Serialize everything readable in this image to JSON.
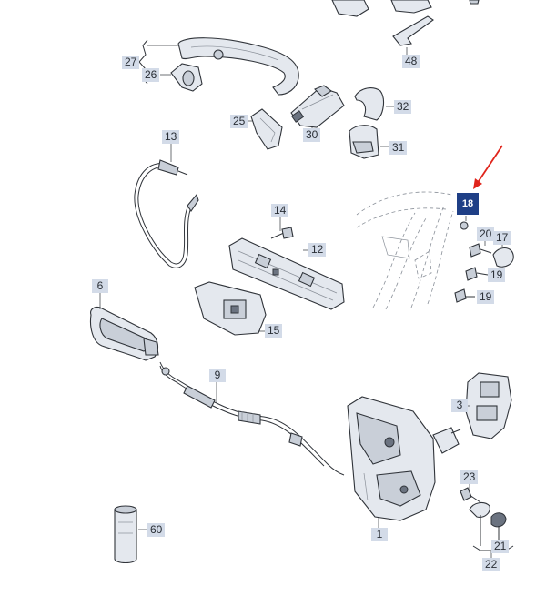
{
  "callouts": {
    "c1": "1",
    "c3": "3",
    "c6": "6",
    "c9": "9",
    "c12": "12",
    "c13": "13",
    "c14": "14",
    "c15": "15",
    "c17": "17",
    "c18": "18",
    "c19a": "19",
    "c19b": "19",
    "c20": "20",
    "c21": "21",
    "c22": "22",
    "c23": "23",
    "c25": "25",
    "c26": "26",
    "c27": "27",
    "c30": "30",
    "c31": "31",
    "c32": "32",
    "c48": "48",
    "c60": "60"
  },
  "colors": {
    "callout_bg": "#d3dbe8",
    "highlight_bg": "#1f3f86",
    "arrow": "#e0241b"
  }
}
